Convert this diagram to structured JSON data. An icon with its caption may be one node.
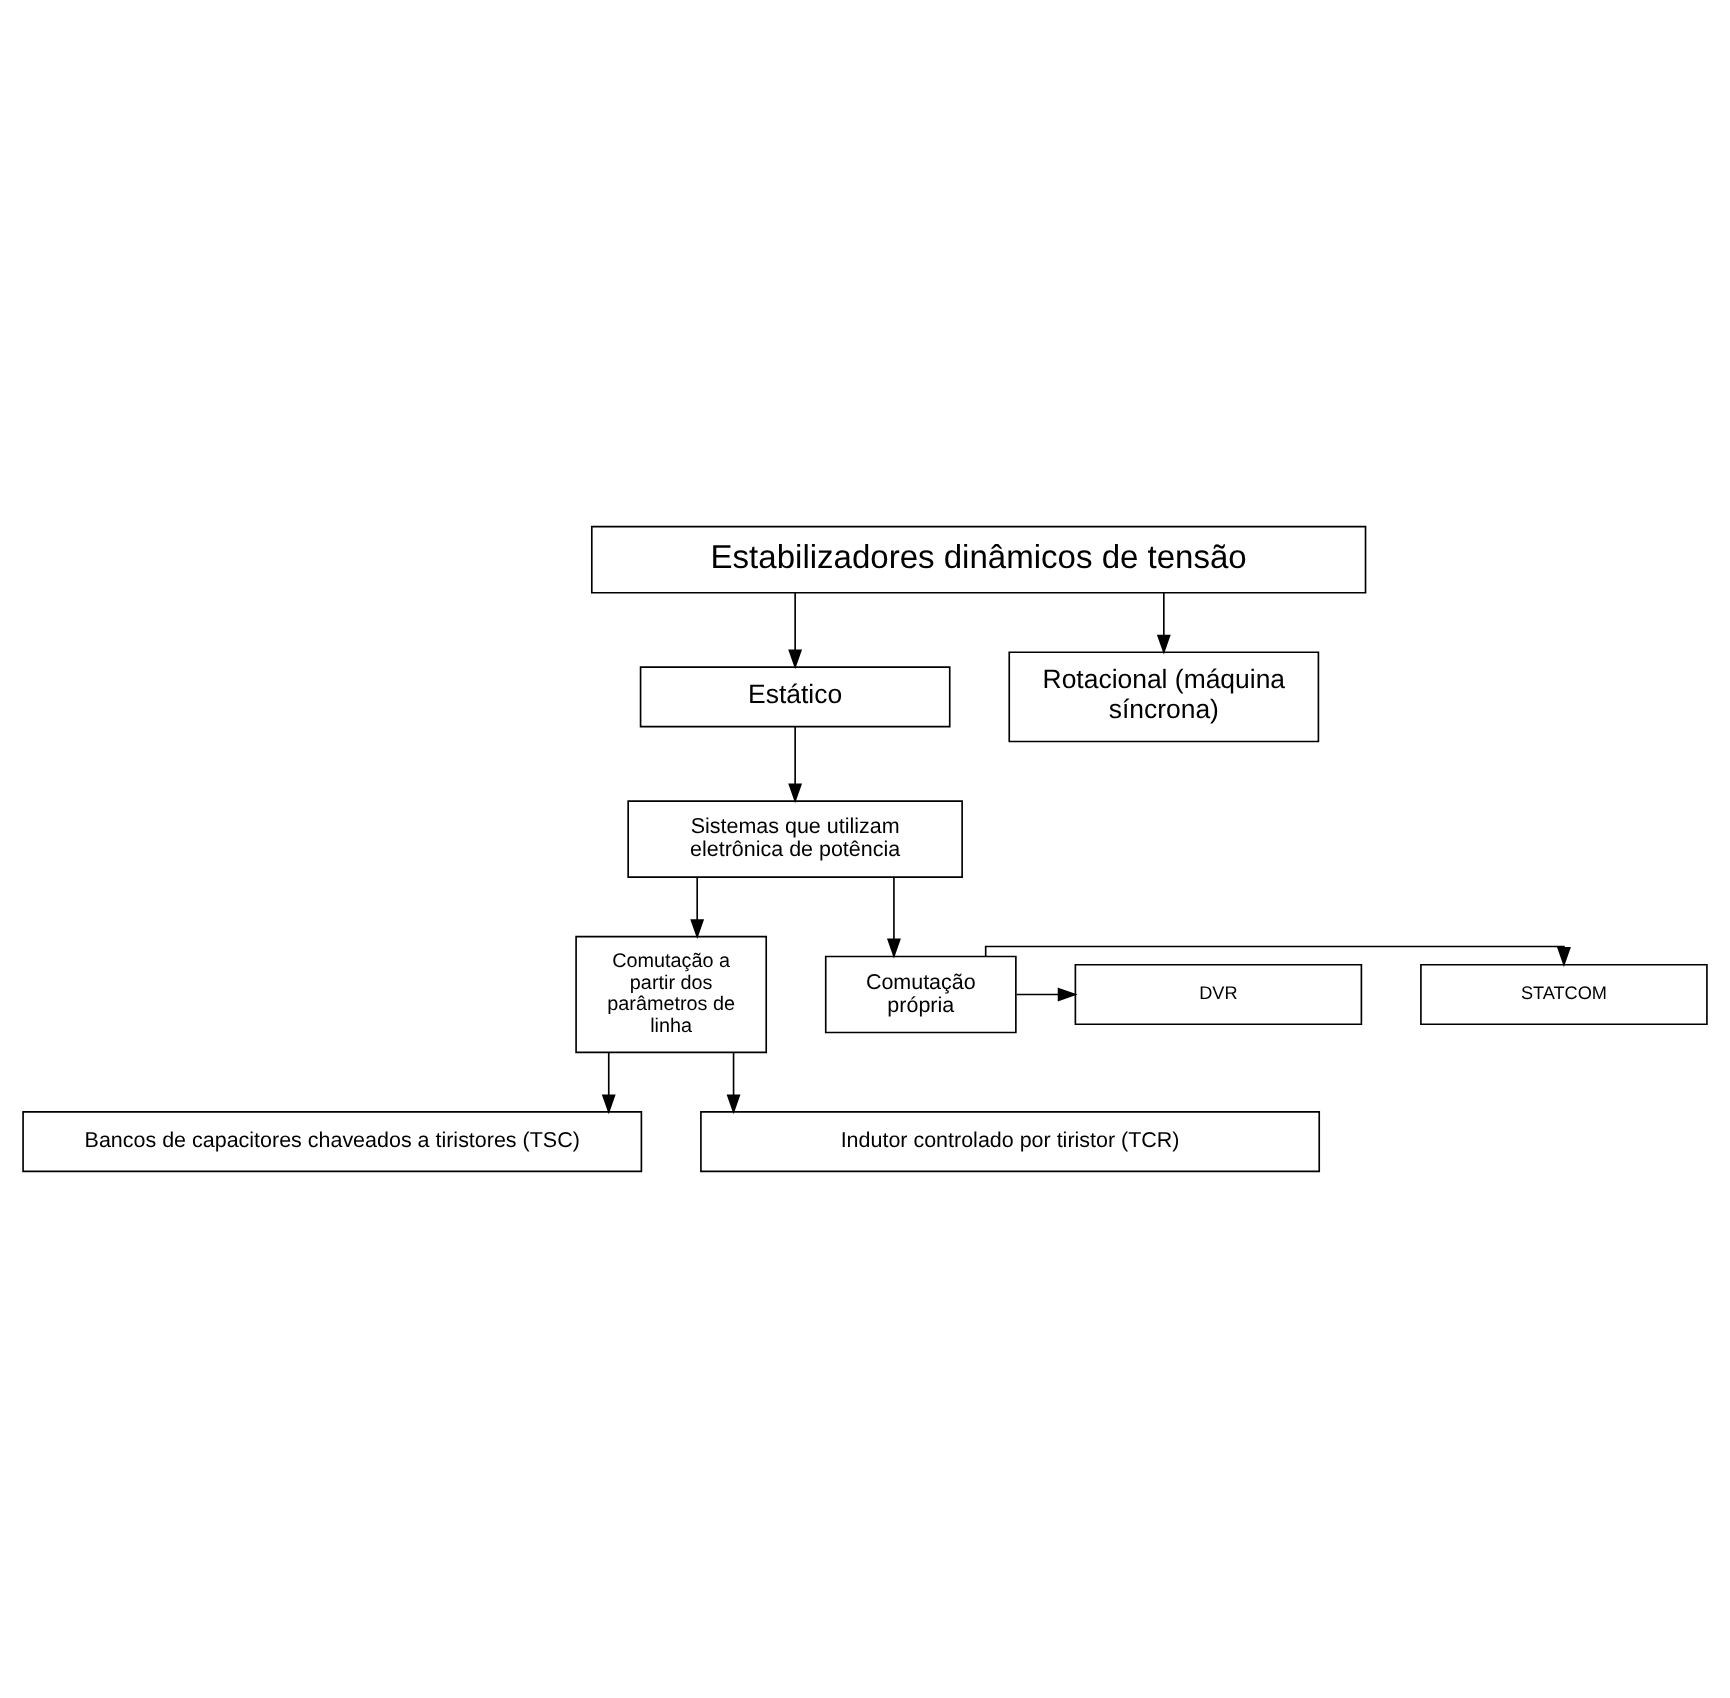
{
  "diagram": {
    "nodes": [
      {
        "text": [
          "Estabilizadores dinâmicos de tensão"
        ]
      },
      {
        "text": [
          "Estático"
        ]
      },
      {
        "text": [
          "Rotacional (máquina síncrona)"
        ]
      },
      {
        "text": [
          "Sistemas que utilizam eletrônica de potência"
        ]
      },
      {
        "text": [
          "Comutação a partir dos parâmetros de linha"
        ]
      },
      {
        "text": [
          "Comutação própria"
        ]
      },
      {
        "text": [
          "STATCOM"
        ]
      },
      {
        "text": [
          "DVR"
        ]
      },
      {
        "text": [
          "Bancos de capacitores chaveados a tiristores (TSC)"
        ]
      },
      {
        "text": [
          "Indutor controlado por tiristor (TCR)"
        ]
      }
    ],
    "edges": [
      {
        "from": 0,
        "to": 1,
        "arrow": "to"
      },
      {
        "from": 0,
        "to": 2,
        "arrow": "to"
      },
      {
        "from": 1,
        "to": 3,
        "arrow": "to"
      },
      {
        "from": 3,
        "to": 4,
        "arrow": "to"
      },
      {
        "from": 3,
        "to": 5,
        "arrow": "to"
      },
      {
        "from": 5,
        "to": 6,
        "arrow": "to"
      },
      {
        "from": 5,
        "to": 7,
        "arrow": "to"
      },
      {
        "from": 4,
        "to": 8,
        "arrow": "to"
      },
      {
        "from": 4,
        "to": 9,
        "arrow": "to"
      }
    ]
  }
}
